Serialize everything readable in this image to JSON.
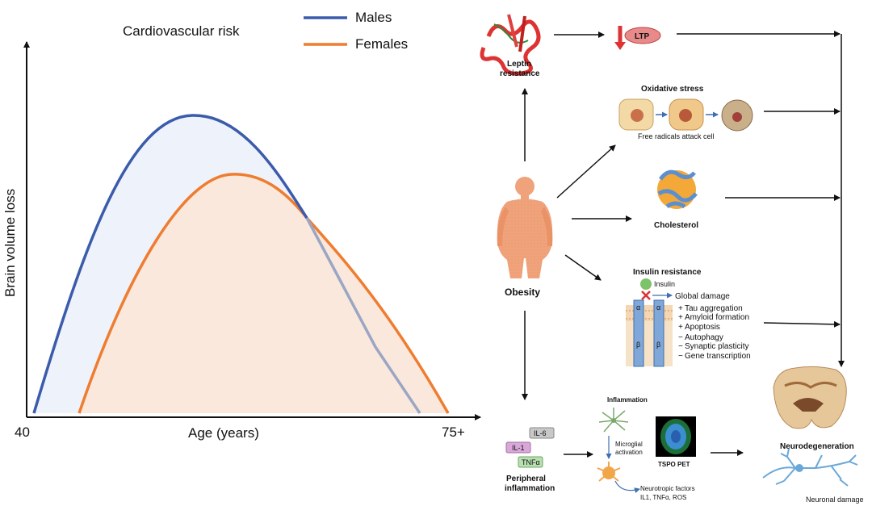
{
  "chart": {
    "title": "Cardiovascular risk",
    "ylabel": "Brain volume loss",
    "xlabel": "Age (years)",
    "x_tick_start": "40",
    "x_tick_end": "75+",
    "legend": [
      {
        "name": "Males",
        "color": "#3b5bab"
      },
      {
        "name": "Females",
        "color": "#ee7d31"
      }
    ]
  },
  "colors": {
    "male": "#3b5bab",
    "female": "#ee7d31",
    "male_fill": "#eef3fb",
    "female_fill": "#fbe8dc",
    "overlap_line": "#9aa6c4",
    "body": "#f0a37a",
    "ltp_fill": "#e98a8a",
    "arrow": "#111111",
    "cell_arrow": "#3f6fb0"
  },
  "diagram": {
    "obesity": "Obesity",
    "leptin": [
      "Leptin",
      "resistance"
    ],
    "ltp": "LTP",
    "oxidative_title": "Oxidative stress",
    "oxidative_caption": "Free radicals attack cell",
    "cholesterol": "Cholesterol",
    "insulin_title": "Insulin resistance",
    "insulin_label": "Insulin",
    "alpha": "α",
    "beta": "β",
    "insulin_effects": [
      {
        "sign": "",
        "text": "Global damage"
      },
      {
        "sign": "+",
        "text": "Tau aggregation"
      },
      {
        "sign": "+",
        "text": "Amyloid formation"
      },
      {
        "sign": "+",
        "text": "Apoptosis"
      },
      {
        "sign": "−",
        "text": "Autophagy"
      },
      {
        "sign": "−",
        "text": "Synaptic plasticity"
      },
      {
        "sign": "−",
        "text": "Gene transcription"
      }
    ],
    "cytokines": [
      "IL-6",
      "IL-1",
      "TNFα"
    ],
    "peripheral": [
      "Peripheral",
      "inflammation"
    ],
    "inflammation": "Inflammation",
    "microglial": [
      "Microglial",
      "activation"
    ],
    "tspo": "TSPO PET",
    "neurotropic": [
      "Neurotropic factors",
      "IL1, TNFα, ROS"
    ],
    "neurodegeneration": "Neurodegeneration",
    "neuronal_damage": "Neuronal damage"
  }
}
